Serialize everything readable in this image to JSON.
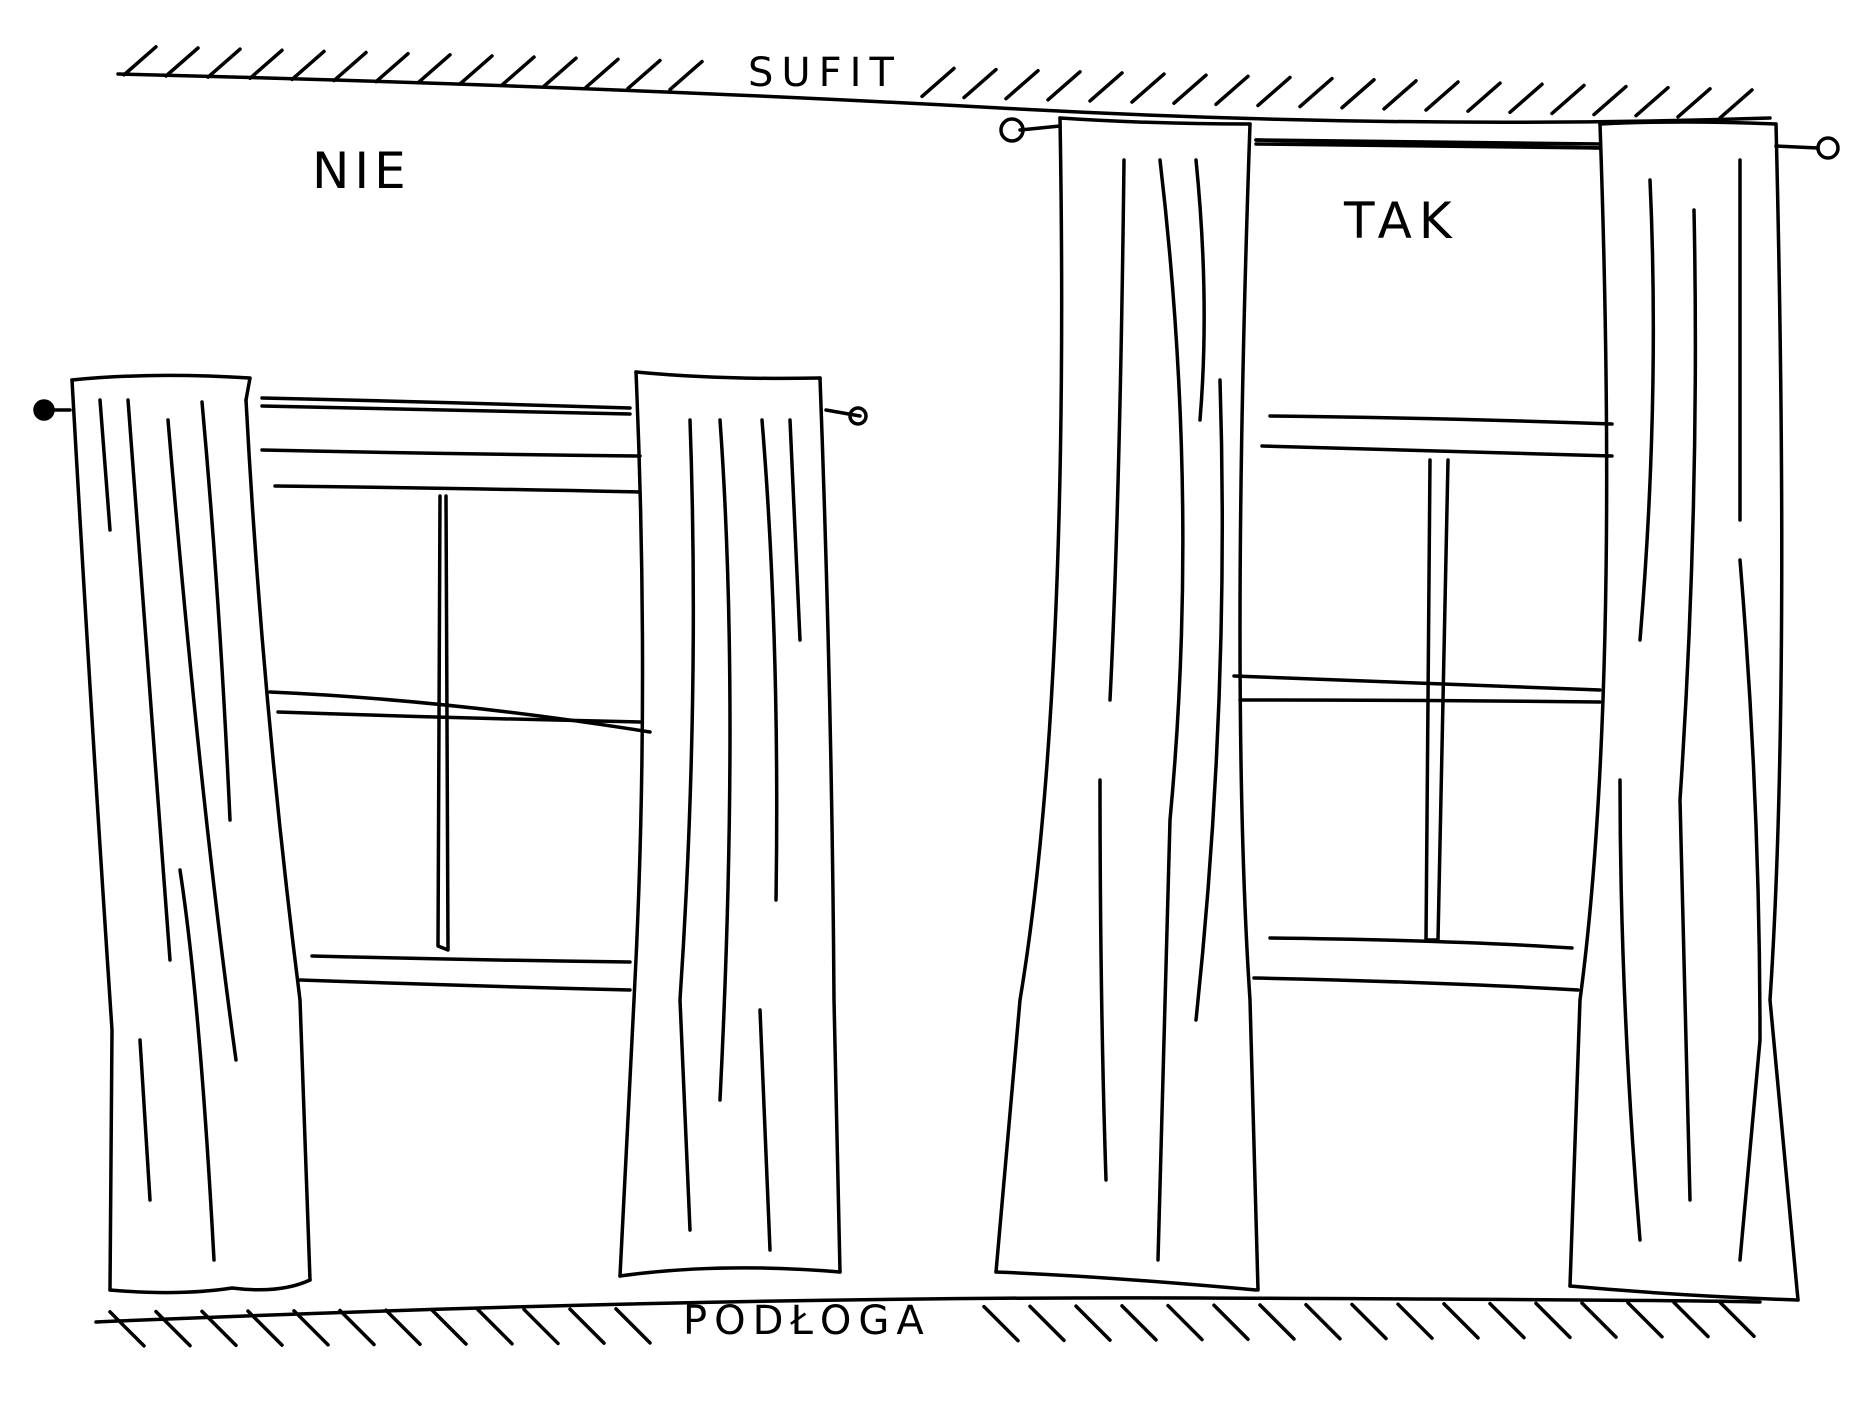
{
  "labels": {
    "ceiling": "SUFIT",
    "floor": "PODŁOGA",
    "no": "NIE",
    "yes": "TAK"
  },
  "colors": {
    "ink": "#000000",
    "paper": "#ffffff"
  }
}
